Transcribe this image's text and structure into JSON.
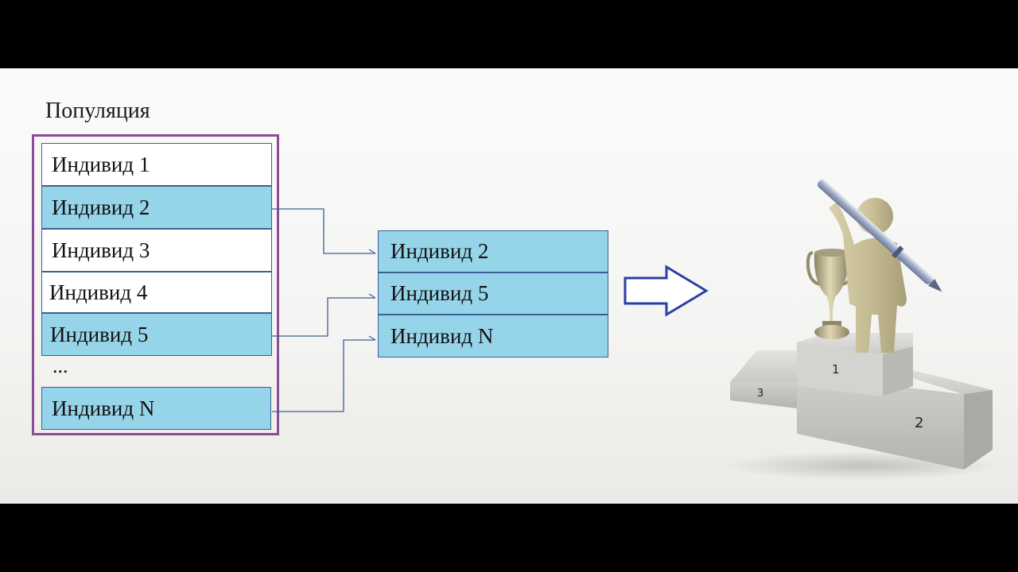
{
  "diagram": {
    "title": "Популяция",
    "population": [
      {
        "label": "Индивид 1",
        "selected": false
      },
      {
        "label": "Индивид 2",
        "selected": true
      },
      {
        "label": "Индивид 3",
        "selected": false
      },
      {
        "label": "Индивид 4",
        "selected": false
      },
      {
        "label": "Индивид 5",
        "selected": true
      },
      {
        "label": "Индивид N",
        "selected": true
      }
    ],
    "ellipsis": "...",
    "selected": [
      "Индивид 2",
      "Индивид 5",
      "Индивид N"
    ],
    "podium": {
      "place_1": "1",
      "place_2": "2",
      "place_3": "3"
    }
  },
  "colors": {
    "frame": "#8a4e96",
    "selected_fill": "#96d4e9",
    "cell_border": "#3d5f94",
    "arrow": "#2b3fa6"
  }
}
